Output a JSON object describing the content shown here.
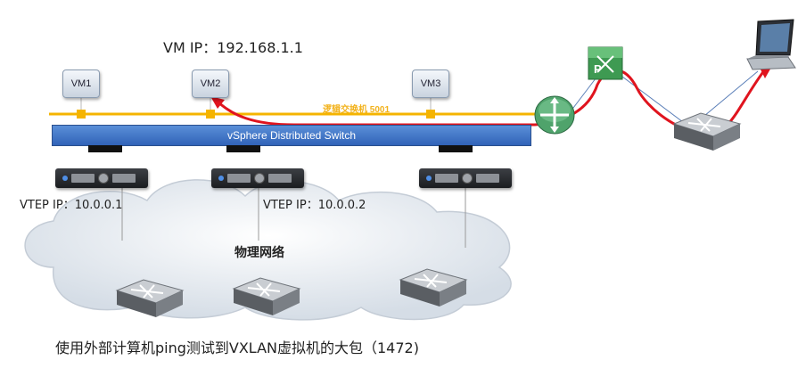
{
  "vm_ip_label": "VM IP：192.168.1.1",
  "vms": [
    "VM1",
    "VM2",
    "VM3"
  ],
  "logical_switch_label": "逻辑交换机 5001",
  "dvs_label": "vSphere Distributed Switch",
  "vtep_labels": [
    "VTEP IP：10.0.0.1",
    "VTEP IP：10.0.0.2"
  ],
  "physical_network_label": "物理网络",
  "caption": "使用外部计算机ping测试到VXLAN虚拟机的大包（1472)",
  "edge_router_badge": "P",
  "colors": {
    "logical_switch_line": "#f5b400",
    "port_square": "#f5b400",
    "ping_path": "#e0141e",
    "dvs": "#3f72c6",
    "cloud_fill": "#e9edf2",
    "link": "#5b7fb8"
  },
  "icons": [
    "server-icon",
    "switch-icon",
    "router-icon",
    "firewall-icon",
    "laptop-icon",
    "cloud-icon"
  ]
}
